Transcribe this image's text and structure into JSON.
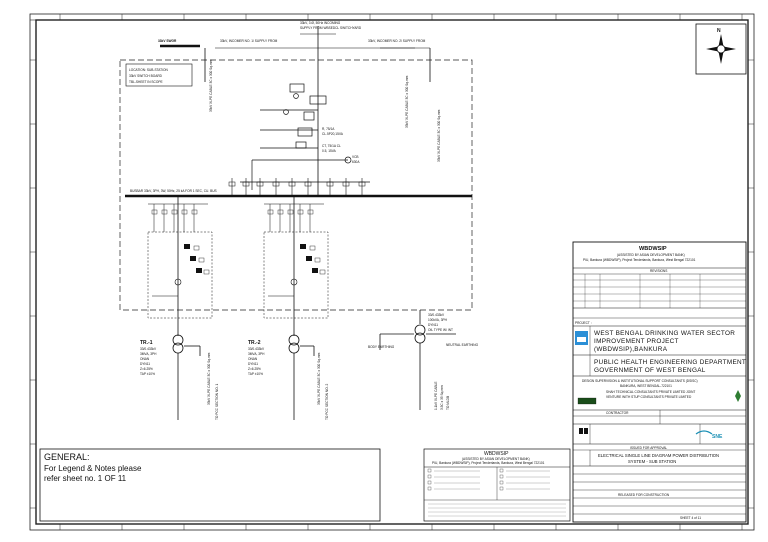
{
  "general_note": {
    "heading": "GENERAL:",
    "line1": "For Legend & Notes please",
    "line2": "refer sheet no. 1 OF 11"
  },
  "location_box": {
    "line1": "LOCATION: SUB-STATION",
    "line2": "33kV SWITCH BOARD",
    "line3": "TBL-SHEET IN SCOPE"
  },
  "busbar_label": "BUSBAR 33kV, 3PH, 3W, 50Hz, 25 kA FOR 1 SEC, CU. BUS",
  "transformers": [
    {
      "name": "TR.-1",
      "lines": [
        "33/0.433kV",
        "3MVA, 3PH",
        "ONAN",
        "DYN11",
        "Z=6.25%",
        "TAP ±10%"
      ]
    },
    {
      "name": "TR.-2",
      "lines": [
        "33/0.433kV",
        "3MVA, 3PH",
        "ONAN",
        "DYN11",
        "Z=6.25%",
        "TAP ±10%"
      ]
    }
  ],
  "aux_transformer": {
    "lines": [
      "33/0.433kV",
      "100kVA, 3PH",
      "DYN11",
      "OIL TYPE W/ INT"
    ],
    "body_earthing": "BODY EARTHING",
    "neutral_earthing": "NEUTRAL EARTHING"
  },
  "compass": {
    "north": "N"
  },
  "title_block": {
    "client_name": "WBDWSIP",
    "client_sub1": "(ASSISTED BY ASIAN DEVELOPMENT BANK)",
    "client_sub2": "PIU, Bankura (WBDWSIP), Project Tenderlands, Bankura, West Bengal 722101",
    "revision_header": "REVISIONS",
    "project_label": "PROJECT :",
    "project_line1": "WEST BENGAL DRINKING WATER SECTOR",
    "project_line2": "IMPROVEMENT PROJECT",
    "project_line3": "(WBDWSIP),BANKURA",
    "dept_line1": "PUBLIC HEALTH ENGINEERING DEPARTMENT",
    "dept_line2": "GOVERNMENT OF WEST BENGAL",
    "consultant_line1": "DESIGN SUPERVISION & INSTITUTIONAL SUPPORT CONSULTANTS (DSISC)",
    "consultant_line2": "BANKURA, WEST BENGAL-722101",
    "consultant_line3": "SHAH TECHNICAL CONSULTANTS PRIVATE LIMITED JOINT",
    "consultant_line4": "VENTURE WITH STUP CONSULTANTS PRIVATE LIMITED",
    "contractor_label": "CONTRACTOR",
    "contractor_brand": "SNE",
    "issued_for": "ISSUED FOR APPROVAL",
    "drawing_title1": "ELECTRICAL SINGLE LINE DIAGRAM POWER DISTRIBUTION",
    "drawing_title2": "SYSTEM - SUB STATION",
    "status": "RELEASED FOR CONSTRUCTION",
    "sheet": "SHEET 4 of 11"
  },
  "legend_block": {
    "name": "WBDWSIP",
    "sub1": "(ASSISTED BY ASIAN DEVELOPMENT BANK)",
    "sub2": "PIU, Bankura (WBDWSIP), Project Tenderlands, Bankura, West Bengal 722101"
  }
}
